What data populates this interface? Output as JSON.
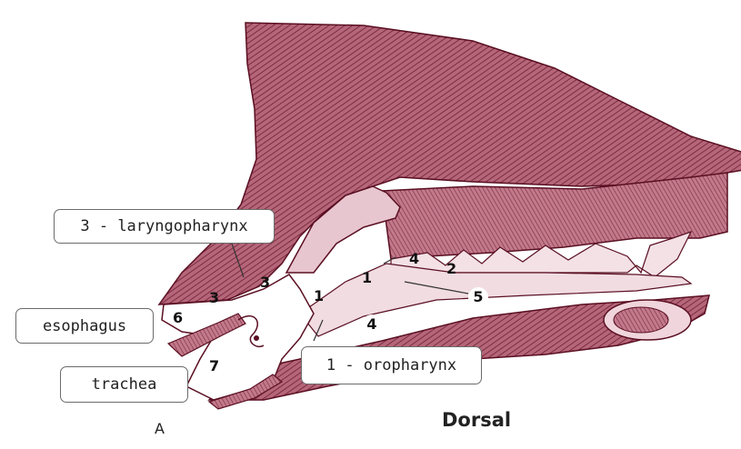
{
  "diagram": {
    "colors": {
      "tissue": "#a0485e",
      "tissue_light": "#e8c6cf",
      "line": "#5a0f22",
      "background": "#ffffff"
    },
    "callouts": {
      "laryngopharynx": "3 - laryngopharynx",
      "esophagus": "esophagus",
      "trachea": "trachea",
      "oropharynx": "1 - oropharynx"
    },
    "numbers": {
      "n3_upper": "3",
      "n3_lower": "3",
      "n6": "6",
      "n7": "7",
      "n1_left": "1",
      "n1_right": "1",
      "n4_upper": "4",
      "n4_lower": "4",
      "n2": "2",
      "n5": "5"
    },
    "caption_left": "A",
    "caption_right": "Dorsal"
  }
}
